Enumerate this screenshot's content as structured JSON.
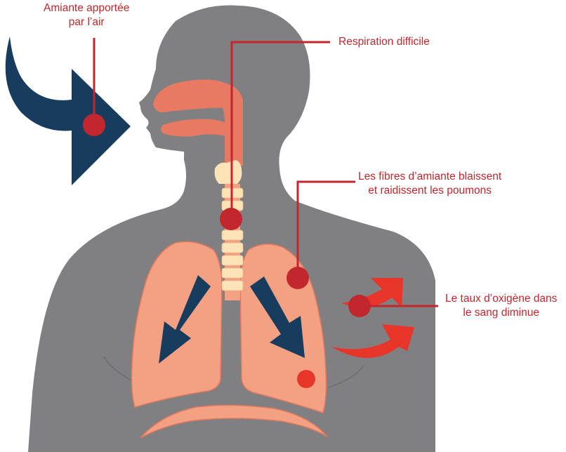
{
  "labels": {
    "air": {
      "line1": "Amiante apportée",
      "line2": "par l’air"
    },
    "breathing": "Respiration difficile",
    "fibres": {
      "line1": "Les fibres d’amiante blaissent",
      "line2": "et raidissent les poumons"
    },
    "oxygen": {
      "line1": "Le taux d’oxigène dans",
      "line2": "le sang diminue"
    }
  },
  "colors": {
    "body": "#808083",
    "body_outline": "#6d6d70",
    "airway": "#e87a63",
    "lungs": "#f4a083",
    "lung_outline": "#e07a5f",
    "vertebrae": "#fde3b8",
    "arrow_blue": "#173c5e",
    "marker_red": "#c1272d",
    "out_arrow": "#e8352a"
  }
}
